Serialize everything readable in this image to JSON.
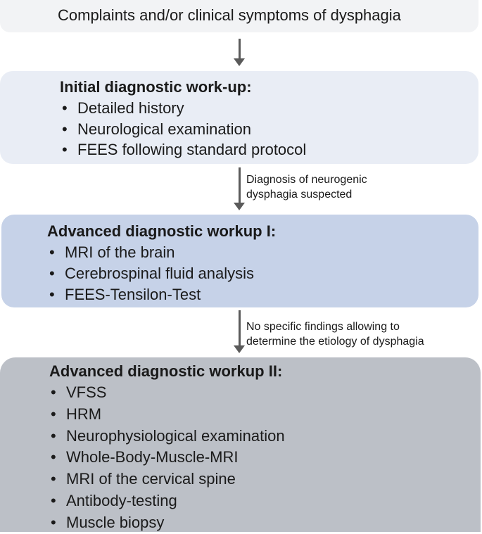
{
  "top_box": {
    "title": "Complaints and/or clinical symptoms of dysphagia"
  },
  "initial": {
    "heading": "Initial diagnostic work-up:",
    "items": [
      "Detailed history",
      "Neurological examination",
      "FEES following standard protocol"
    ]
  },
  "arrow2_label": [
    "Diagnosis of neurogenic",
    "dysphagia suspected"
  ],
  "advanced1": {
    "heading": "Advanced diagnostic workup I:",
    "items": [
      "MRI of the brain",
      "Cerebrospinal fluid analysis",
      "FEES-Tensilon-Test"
    ]
  },
  "arrow3_label": [
    "No specific findings allowing to",
    "determine the etiology of dysphagia"
  ],
  "advanced2": {
    "heading": "Advanced diagnostic workup II:",
    "items": [
      "VFSS",
      "HRM",
      "Neurophysiological examination",
      "Whole-Body-Muscle-MRI",
      "MRI of the cervical spine",
      "Antibody-testing",
      "Muscle biopsy"
    ]
  },
  "colors": {
    "top_box": "#f2f3f5",
    "initial_box": "#e9edf5",
    "advanced1_box": "#c6d2e8",
    "advanced2_box": "#bcc0c7",
    "arrow": "#5a5a5a"
  }
}
